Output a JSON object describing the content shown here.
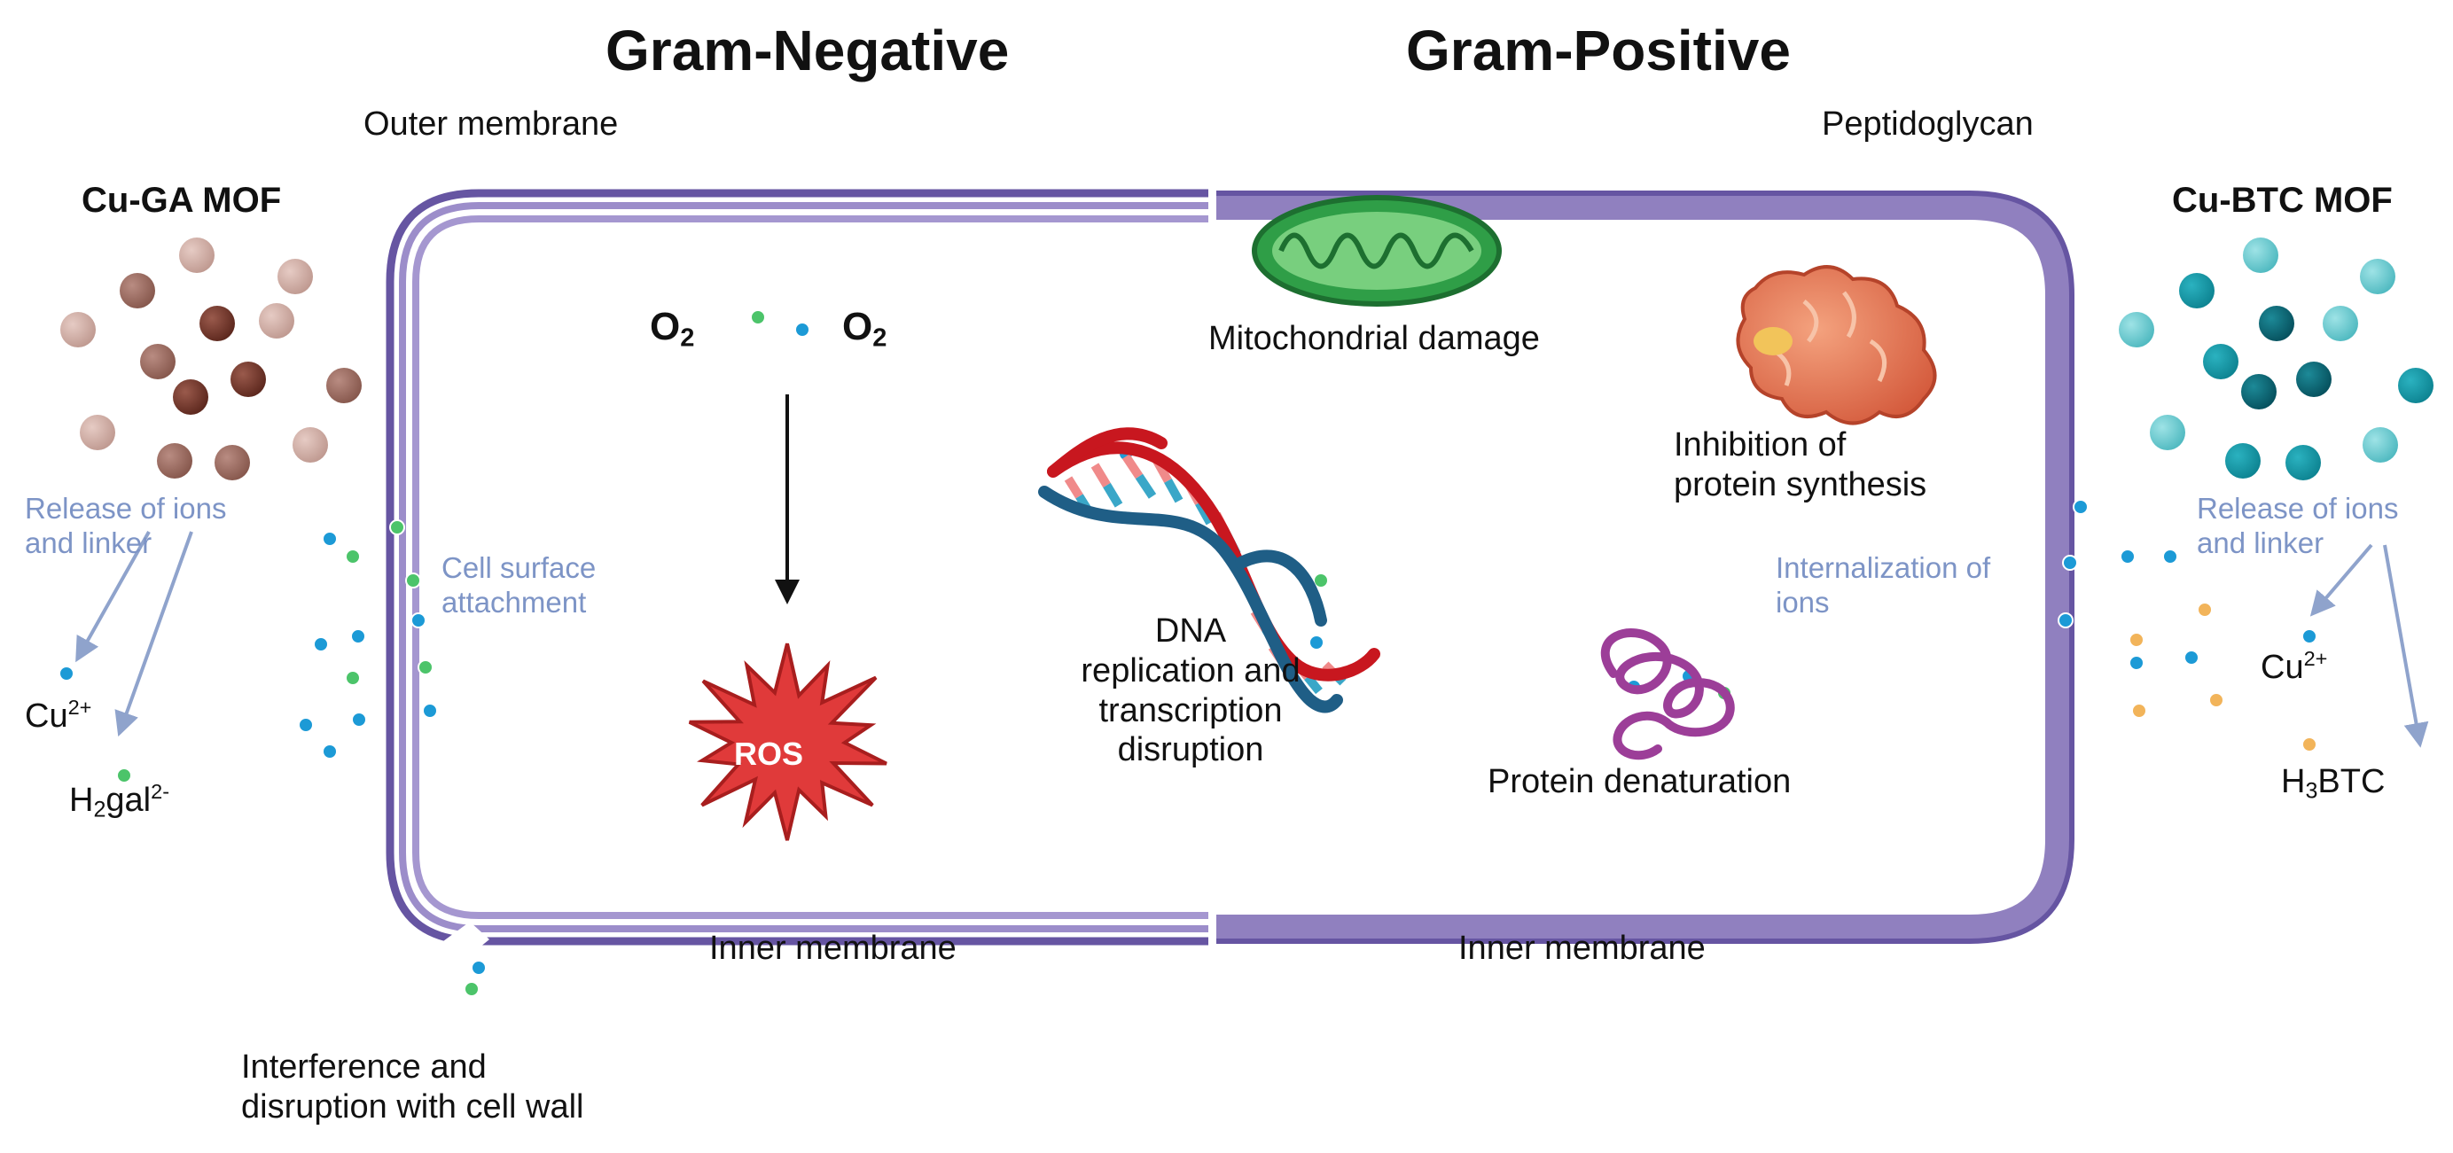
{
  "titles": {
    "left": "Gram-Negative",
    "right": "Gram-Positive"
  },
  "membranes": {
    "outer": "Outer membrane",
    "peptidoglycan": "Peptidoglycan",
    "inner_left": "Inner membrane",
    "inner_right": "Inner membrane"
  },
  "left_mof": {
    "name": "Cu-GA MOF",
    "release": [
      "Release of ions",
      "and linker"
    ],
    "cu": "Cu",
    "cu_sup": "2+",
    "linker_h": "H",
    "linker_sub": "2",
    "linker_rest": "gal",
    "linker_sup": "2-",
    "surface": [
      "Cell surface",
      "attachment"
    ]
  },
  "right_mof": {
    "name": "Cu-BTC MOF",
    "release": [
      "Release of ions",
      "and linker"
    ],
    "cu": "Cu",
    "cu_sup": "2+",
    "linker_h": "H",
    "linker_sub": "3",
    "linker_rest": "BTC",
    "internalization": [
      "Internalization of",
      "ions"
    ]
  },
  "mechanisms": {
    "o2_symbol": "O",
    "o2_sub": "2",
    "ros": "ROS",
    "dna": [
      "DNA",
      "replication and",
      "transcription",
      "disruption"
    ],
    "mito": "Mitochondrial damage",
    "protein_synth": [
      "Inhibition of",
      "protein synthesis"
    ],
    "denaturation": "Protein denaturation",
    "wall": [
      "Interference and",
      "disruption with cell wall"
    ]
  },
  "colors": {
    "membrane": "#9080bf",
    "membrane_dark": "#6655a2",
    "cu_ion": "#1c9ad6",
    "linker_ga": "#4cc46a",
    "linker_btc": "#f2b45a",
    "mof_ga_dark": "#6e3226",
    "mof_ga_light": "#c9a49b",
    "mof_btc_dark": "#0a6b7a",
    "mof_btc_light": "#5cc4cc",
    "ros": "#e03a3a",
    "mito": "#3aa84e",
    "arrow_light": "#8fa3cc"
  }
}
